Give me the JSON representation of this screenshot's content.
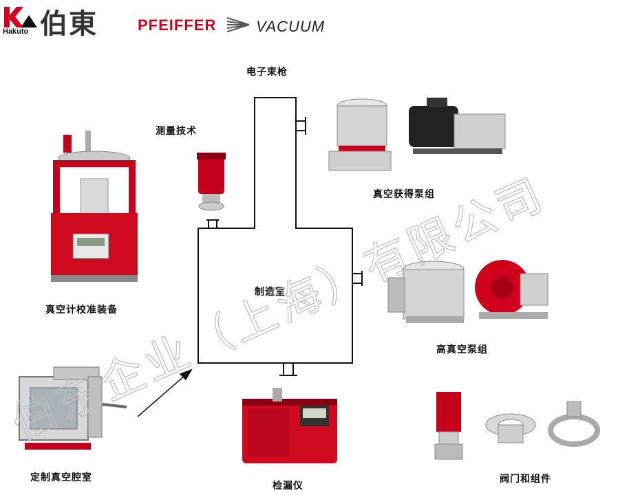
{
  "header": {
    "hakuto_en": "Hakuto",
    "hakuto_cn": "伯東",
    "pfeiffer": "PFEIFFER",
    "vacuum": "VACUUM"
  },
  "diagram": {
    "electron_gun": "电子束枪",
    "chamber": "制造室",
    "gauge_tech": "测量技术",
    "pump_group": "真空获得泵组",
    "high_vac_pump": "高真空泵组",
    "gauge_calib": "真空计校准装备",
    "custom_chamber": "定制真空腔室",
    "leak_detector": "检漏仪",
    "valves": "阀门和组件"
  },
  "watermark": {
    "text": "伯东企业（上海）有限公司"
  },
  "colors": {
    "brand_red": "#d6001c",
    "line": "#111111"
  }
}
